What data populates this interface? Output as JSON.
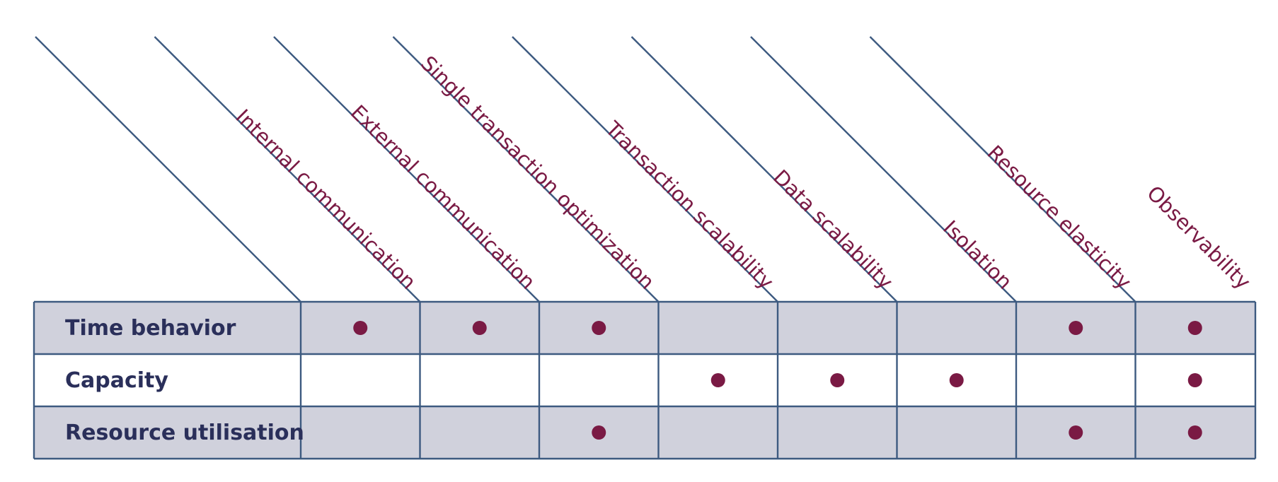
{
  "columns": [
    "Internal communication",
    "External communication",
    "Single transaction optimization",
    "Transaction scalability",
    "Data scalability",
    "Isolation",
    "Resource elasticity",
    "Observability"
  ],
  "rows": [
    {
      "label": "Time behavior",
      "marks": [
        1,
        1,
        1,
        0,
        0,
        0,
        1,
        1
      ]
    },
    {
      "label": "Capacity",
      "marks": [
        0,
        0,
        0,
        1,
        1,
        1,
        0,
        1
      ]
    },
    {
      "label": "Resource utilisation",
      "marks": [
        0,
        0,
        1,
        0,
        0,
        0,
        1,
        1
      ]
    }
  ],
  "colors": {
    "label_text": "#7a1a44",
    "row_text": "#2a2f5a",
    "line": "#3d5a80",
    "shaded_row": "#d0d1dc",
    "white_row": "#ffffff",
    "dot": "#7a1a44"
  }
}
